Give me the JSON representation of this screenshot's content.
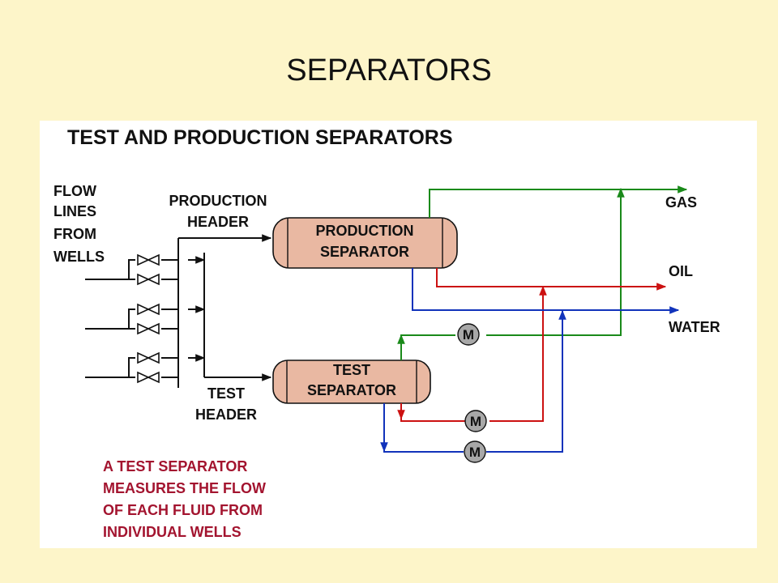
{
  "slide": {
    "title": "SEPARATORS"
  },
  "diagram": {
    "heading": "TEST AND PRODUCTION SEPARATORS",
    "flow_lines_label": [
      "FLOW",
      "LINES",
      "FROM",
      "WELLS"
    ],
    "production_header_label": [
      "PRODUCTION",
      "HEADER"
    ],
    "test_header_label": [
      "TEST",
      "HEADER"
    ],
    "production_separator_label": [
      "PRODUCTION",
      "SEPARATOR"
    ],
    "test_separator_label": [
      "TEST",
      "SEPARATOR"
    ],
    "outputs": {
      "gas": "GAS",
      "oil": "OIL",
      "water": "WATER"
    },
    "meter_symbol": "M",
    "note": [
      "A TEST SEPARATOR",
      "MEASURES THE FLOW",
      "OF  EACH FLUID FROM",
      "INDIVIDUAL WELLS"
    ],
    "colors": {
      "gas": "#1a8a1a",
      "oil": "#cc1111",
      "water": "#1133bb",
      "vessel_fill": "#e9b8a2",
      "meter_fill": "#a8a8a8",
      "note_text": "#a3142f",
      "slide_bg": "#fdf5c9"
    }
  }
}
